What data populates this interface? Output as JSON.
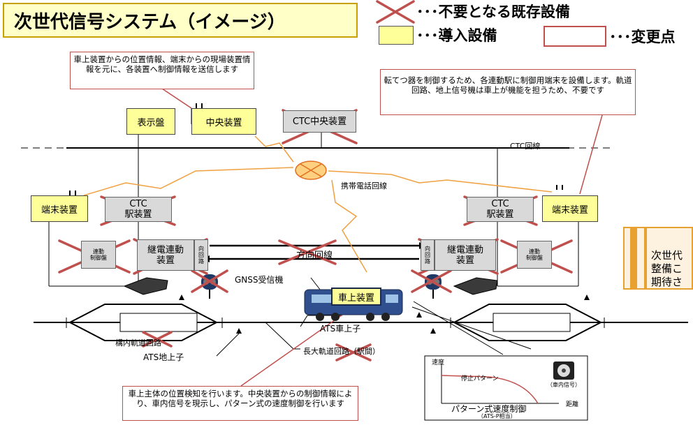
{
  "title": "次世代信号システム（イメージ）",
  "legend": {
    "obsolete": "･･･不要となる既存設備",
    "introduced": "･･･導入設備",
    "changed": "･･･変更点"
  },
  "notes": {
    "central": "車上装置からの位置情報、端末からの現場装置情報を元に、各装置へ制御情報を送信します",
    "terminal": "転てつ器を制御するため、各連動駅に制御用端末を設備します。軌道回路、地上信号機は車上が機能を担うため、不要です",
    "onboard": "車上主体の位置検知を行います。中央装置からの制御情報により、車内信号を現示し、パターン式の速度制御を行います"
  },
  "boxes": {
    "display": "表示盤",
    "central": "中央装置",
    "ctc_central": "CTC中央装置",
    "terminal_left": "端末装置",
    "terminal_right": "端末装置",
    "ctc_station_left": "CTC\n駅装置",
    "ctc_station_right": "CTC\n駅装置",
    "interlock_left": "連動\n制御盤",
    "relay_left": "継電連動\n装置",
    "direction_left": "向\n回\n路",
    "interlock_right": "連動\n制御盤",
    "relay_right": "継電連動\n装置",
    "direction_right": "向\n回\n路",
    "onboard": "車上装置"
  },
  "labels": {
    "ctc_line": "CTC回線",
    "mobile_line": "携帯電話回線",
    "direction_line": "方向回線",
    "gnss": "GNSS受信機",
    "ats_onboard": "ATS車上子",
    "station_track": "構内軌道回路",
    "ats_ground": "ATS地上子",
    "long_track": "長大軌道回路（駅間）"
  },
  "speed_chart": {
    "ylabel": "速度",
    "xlabel": "距離",
    "curve": "停止パターン",
    "icon_label": "（車内信号）",
    "caption": "パターン式速度制御",
    "sub": "（ATS-P相当）"
  },
  "side_note": {
    "lines": [
      "次世代",
      "整備こ",
      "期待さ"
    ]
  },
  "colors": {
    "yellow": "#ffff99",
    "gray": "#d9d9d9",
    "red": "#c0504d",
    "cross": "#c0504d",
    "orange": "#f0a040",
    "side": "#e8a030"
  }
}
